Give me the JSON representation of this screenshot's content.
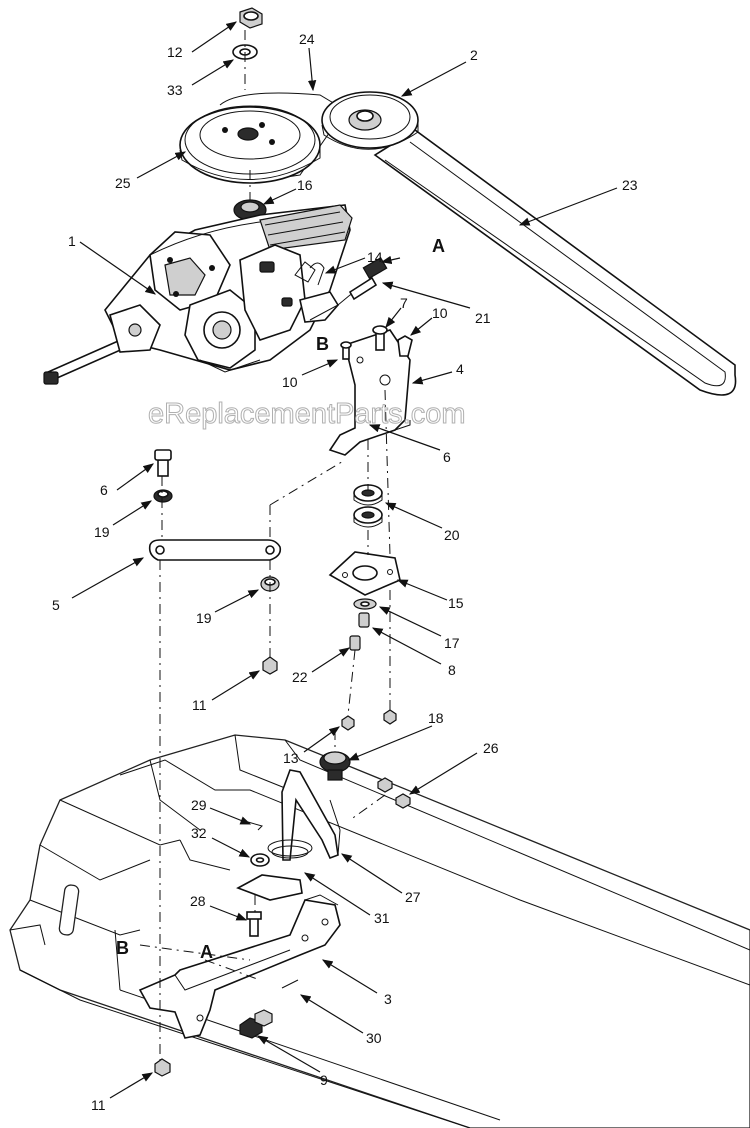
{
  "watermark": "eReplacementParts.com",
  "letters": {
    "a_top": "A",
    "b_top": "B",
    "b_bottom": "B",
    "a_bottom": "A"
  },
  "callouts": {
    "c12": "12",
    "c33": "33",
    "c24": "24",
    "c2": "2",
    "c25": "25",
    "c16": "16",
    "c23": "23",
    "c1": "1",
    "c14": "14",
    "c21": "21",
    "c7": "7",
    "c10a": "10",
    "c10b": "10",
    "c4": "4",
    "c6a": "6",
    "c6b": "6",
    "c19a": "19",
    "c20": "20",
    "c5": "5",
    "c19b": "19",
    "c15": "15",
    "c17": "17",
    "c8": "8",
    "c22": "22",
    "c11a": "11",
    "c18": "18",
    "c13": "13",
    "c26": "26",
    "c29": "29",
    "c32": "32",
    "c27": "27",
    "c31": "31",
    "c28": "28",
    "c3": "3",
    "c30": "30",
    "c9": "9",
    "c11b": "11"
  }
}
